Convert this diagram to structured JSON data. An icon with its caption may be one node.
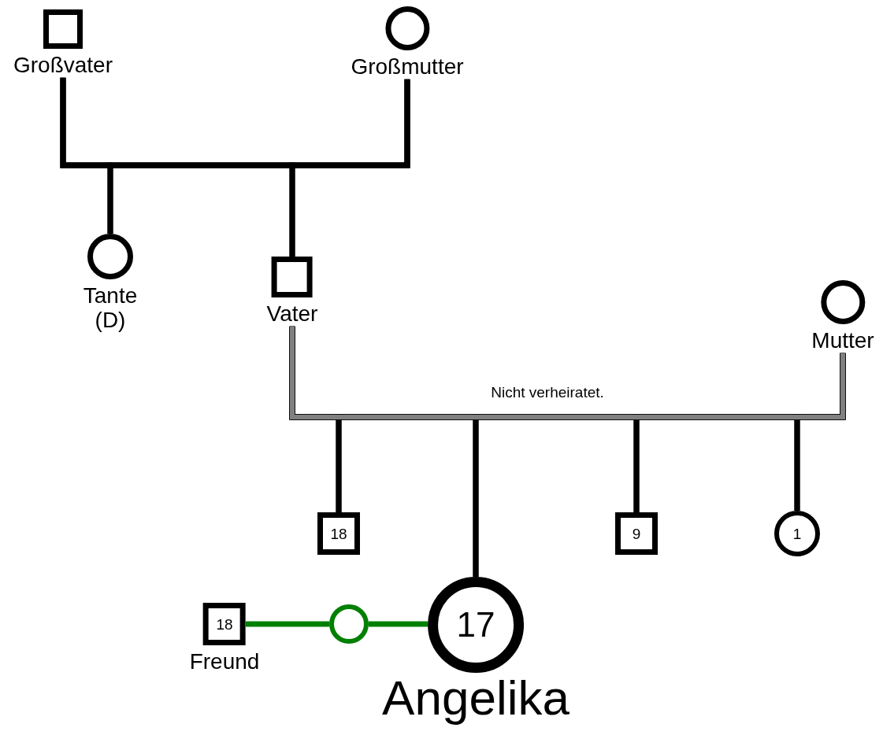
{
  "diagram": {
    "nodes": [
      {
        "text": [
          "Großvater"
        ]
      },
      {
        "text": [
          "Großmutter"
        ]
      },
      {
        "text": [
          "Tante (D)"
        ]
      },
      {
        "text": [
          "Vater"
        ]
      },
      {
        "text": [
          "Mutter"
        ]
      },
      {
        "text": [
          "18"
        ]
      },
      {
        "text": [
          "17",
          "Angelika"
        ]
      },
      {
        "text": [
          "9"
        ]
      },
      {
        "text": [
          "1"
        ]
      },
      {
        "text": [
          "18",
          "Freund"
        ]
      },
      {
        "text": [],
        "shape": "circle"
      }
    ],
    "edges": [
      {
        "from": 0,
        "to": 1,
        "arrow": "none"
      },
      {
        "from": 0,
        "to": 2,
        "arrow": "none"
      },
      {
        "from": 1,
        "to": 2,
        "arrow": "none"
      },
      {
        "from": 0,
        "to": 3,
        "arrow": "none"
      },
      {
        "from": 1,
        "to": 3,
        "arrow": "none"
      },
      {
        "from": 3,
        "to": 4,
        "arrow": "none",
        "label": "Nicht verheiratet.",
        "color": "#808080"
      },
      {
        "from": 3,
        "to": 5,
        "arrow": "none"
      },
      {
        "from": 4,
        "to": 5,
        "arrow": "none"
      },
      {
        "from": 3,
        "to": 6,
        "arrow": "none"
      },
      {
        "from": 4,
        "to": 6,
        "arrow": "none"
      },
      {
        "from": 3,
        "to": 7,
        "arrow": "none"
      },
      {
        "from": 4,
        "to": 7,
        "arrow": "none"
      },
      {
        "from": 3,
        "to": 8,
        "arrow": "none"
      },
      {
        "from": 4,
        "to": 8,
        "arrow": "none"
      },
      {
        "from": 9,
        "to": 10,
        "arrow": "none",
        "color": "#008000"
      },
      {
        "from": 10,
        "to": 6,
        "arrow": "none",
        "color": "#008000"
      }
    ]
  }
}
